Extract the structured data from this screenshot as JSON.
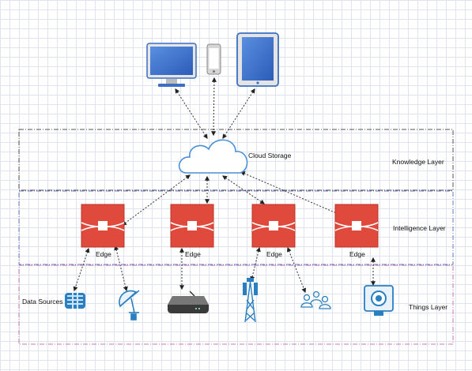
{
  "layers": {
    "knowledge": "Knowledge Layer",
    "intelligence": "Intelligence Layer",
    "things": "Things Layer"
  },
  "cloud": {
    "label": "Cloud Storage",
    "icon": "cloud-icon"
  },
  "edges": [
    {
      "label": "Edge"
    },
    {
      "label": "Edge"
    },
    {
      "label": "Edge"
    },
    {
      "label": "Edge"
    }
  ],
  "data_sources_label": "Data Sources",
  "devices": [
    "monitor-icon",
    "phone-icon",
    "tablet-icon"
  ],
  "things": [
    "database-icon",
    "satellite-dish-icon",
    "router-icon",
    "cell-tower-icon",
    "people-icon",
    "camera-icon"
  ],
  "colors": {
    "edge_red": "#e04a3c",
    "device_blue": "#2d5fae",
    "thing_blue": "#2a7fc1",
    "knowledge_border": "#555555",
    "intelligence_border": "#6a78c8",
    "things_border": "#c878b0"
  }
}
